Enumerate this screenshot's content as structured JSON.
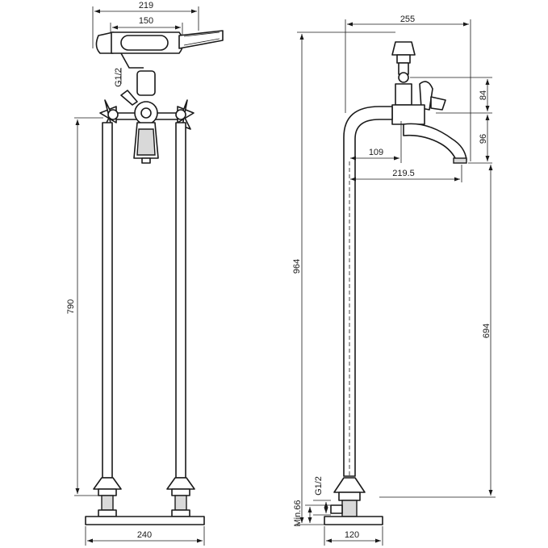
{
  "front_view": {
    "dim_top_width": "219",
    "dim_inner_width": "150",
    "dim_thread": "G1/2",
    "dim_height": "790",
    "dim_base_width": "240"
  },
  "side_view": {
    "dim_top_width": "255",
    "dim_upper_offset": "84",
    "dim_lower_offset": "96",
    "dim_spout_short": "109",
    "dim_spout_long": "219.5",
    "dim_total_height": "964",
    "dim_spout_height": "694",
    "dim_thread": "G1/2",
    "dim_min_clearance": "Min.66",
    "dim_base_width": "120"
  }
}
